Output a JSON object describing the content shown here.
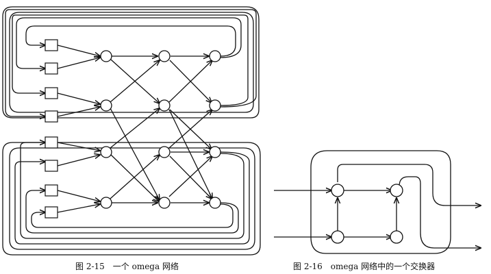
{
  "figures": [
    {
      "caption": "图 2-15　一个 omega 网络",
      "inputs": 8,
      "stages": 3,
      "switches_per_stage": 4
    },
    {
      "caption": "图 2-16　omega 网络中的一个交换器",
      "inputs": 2,
      "switch_nodes": 4
    }
  ],
  "colors": {
    "ink": "#111111",
    "background": "#ffffff"
  }
}
